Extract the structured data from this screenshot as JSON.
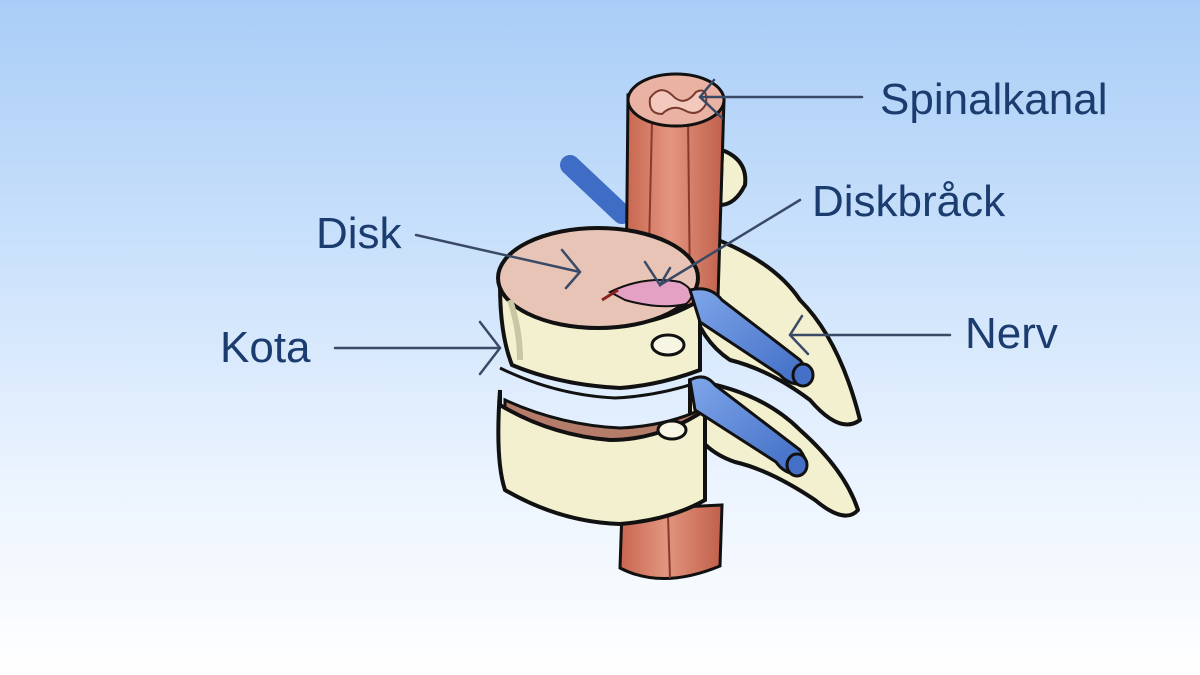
{
  "labels": {
    "spinalkanal": "Spinalkanal",
    "diskbrack": "Diskbråck",
    "disk": "Disk",
    "kota": "Kota",
    "nerv": "Nerv"
  },
  "colors": {
    "bone": "#f2f0cf",
    "outline": "#111111",
    "cord": "#d9826e",
    "disk_top": "#e9c3b8",
    "disk_gap": "#b57c6a",
    "nerve": "#5a86d6",
    "hernia": "#e5a1c4",
    "label": "#1b3c6e",
    "pointer": "#3a4a66"
  }
}
